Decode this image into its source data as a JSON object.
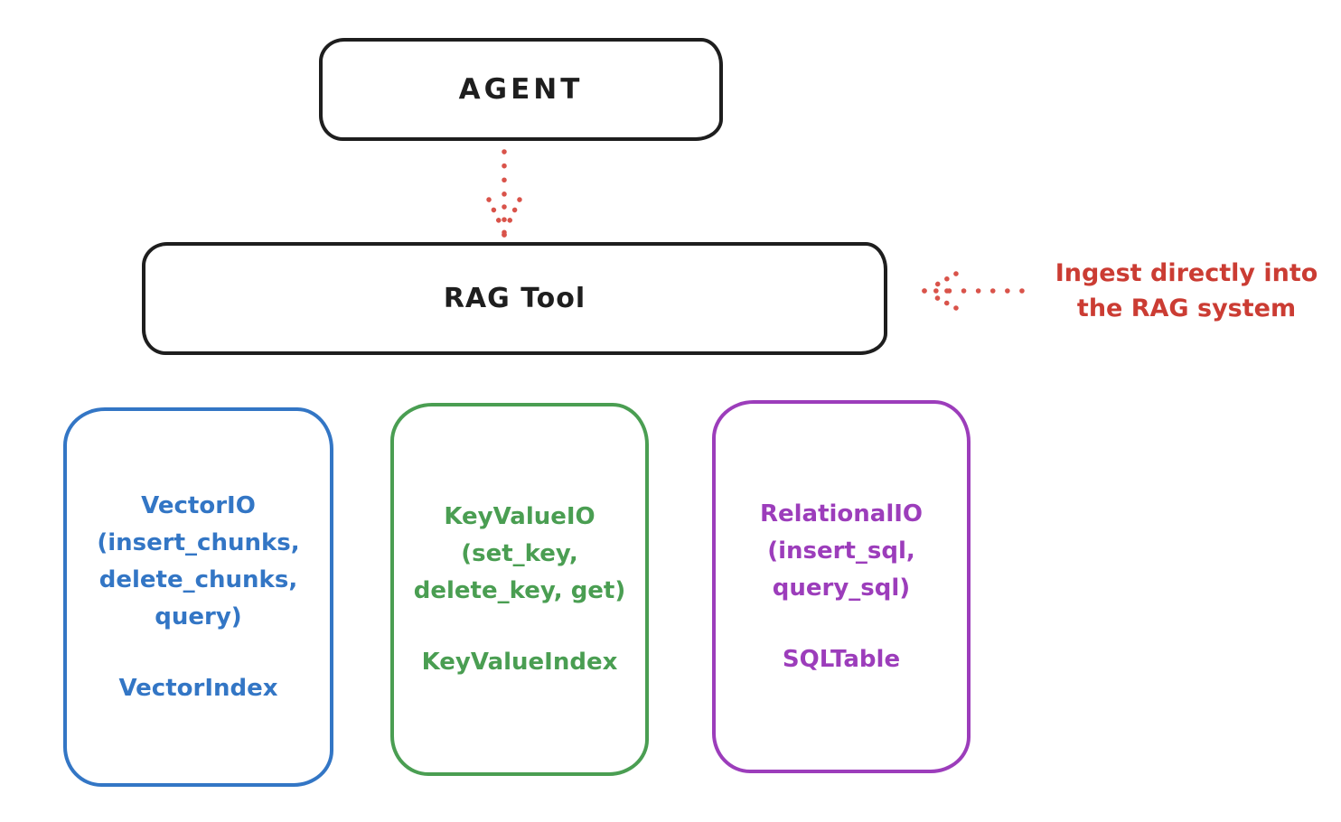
{
  "diagram": {
    "background_color": "#ffffff",
    "nodes": {
      "agent": {
        "label": "AGENT",
        "stroke_color": "#1e1e1e"
      },
      "rag_tool": {
        "label": "RAG Tool",
        "stroke_color": "#1e1e1e"
      },
      "vector": {
        "stroke_color": "#3376c5",
        "lines": [
          "VectorIO",
          "(insert_chunks,",
          "delete_chunks,",
          "query)"
        ],
        "index_label": "VectorIndex"
      },
      "keyvalue": {
        "stroke_color": "#4a9e52",
        "lines": [
          "KeyValueIO",
          "(set_key,",
          "delete_key, get)"
        ],
        "index_label": "KeyValueIndex"
      },
      "relational": {
        "stroke_color": "#9c3dbb",
        "lines": [
          "RelationalIO",
          "(insert_sql,",
          "query_sql)"
        ],
        "index_label": "SQLTable"
      }
    },
    "annotation": {
      "lines": [
        "Ingest directly into",
        "the RAG system"
      ],
      "text_color": "#cb3c33"
    },
    "arrow_color": "#d9534a"
  }
}
